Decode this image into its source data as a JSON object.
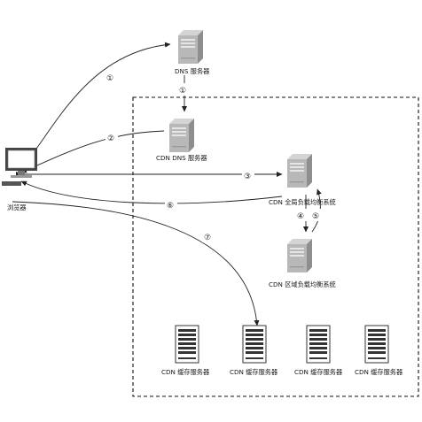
{
  "nodes": {
    "dns_server": {
      "label": "DNS 服务器",
      "icon": "server-tower-icon"
    },
    "cdn_dns_server": {
      "label": "CDN DNS 服务器",
      "icon": "server-tower-icon"
    },
    "global_lb": {
      "label": "CDN 全局负载均衡系统",
      "icon": "server-tower-icon"
    },
    "regional_lb": {
      "label": "CDN 区域负载均衡系统",
      "icon": "server-tower-icon"
    },
    "browser": {
      "label": "浏览器",
      "icon": "desktop-computer-icon"
    },
    "cache_servers": [
      {
        "label": "CDN 缓存服务器",
        "icon": "server-rack-icon"
      },
      {
        "label": "CDN 缓存服务器",
        "icon": "server-rack-icon"
      },
      {
        "label": "CDN 缓存服务器",
        "icon": "server-rack-icon"
      },
      {
        "label": "CDN 缓存服务器",
        "icon": "server-rack-icon"
      }
    ]
  },
  "steps": {
    "s1a": "①",
    "s1b": "①",
    "s2": "②",
    "s3": "③",
    "s4": "④",
    "s5": "⑤",
    "s6": "⑥",
    "s7": "⑦"
  },
  "colors": {
    "line": "#222222",
    "server_light": "#e0e0e0",
    "server_dark": "#9a9a9a",
    "boundary": "#111111"
  }
}
